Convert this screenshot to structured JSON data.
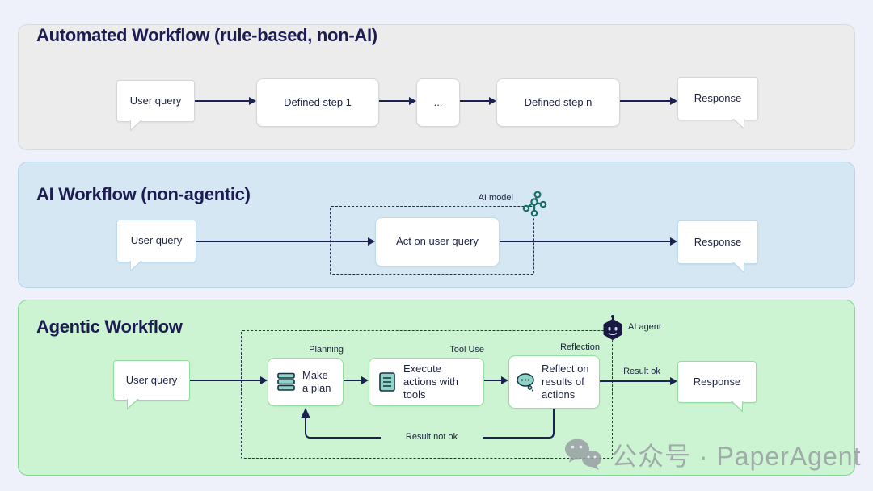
{
  "colors": {
    "background": "#eef0fa",
    "arrow_navy": "#1b2150",
    "title_navy": "#1c1c52",
    "icon_teal": "#157a72",
    "panel_gray": "#ececed",
    "panel_blue": "#d5e7f3",
    "panel_green": "#cdf4d2"
  },
  "panels": {
    "automated": {
      "title": "Automated Workflow (rule-based, non-AI)",
      "nodes": {
        "user_query": "User query",
        "step1": "Defined step 1",
        "ellipsis": "...",
        "stepn": "Defined step n",
        "response": "Response"
      }
    },
    "ai_workflow": {
      "title": "AI Workflow (non-agentic)",
      "model_label": "AI model",
      "nodes": {
        "user_query": "User query",
        "act": "Act on user query",
        "response": "Response"
      }
    },
    "agentic": {
      "title": "Agentic Workflow",
      "agent_label": "AI agent",
      "stage_labels": {
        "planning": "Planning",
        "tool_use": "Tool Use",
        "reflection": "Reflection"
      },
      "nodes": {
        "user_query": "User query",
        "make_plan": "Make a plan",
        "execute": "Execute actions with tools",
        "reflect": "Reflect on results of actions",
        "response": "Response"
      },
      "edge_labels": {
        "result_ok": "Result ok",
        "result_not_ok": "Result not ok"
      }
    }
  },
  "watermark": {
    "icon": "wechat-icon",
    "text": "公众号 · PaperAgent"
  }
}
